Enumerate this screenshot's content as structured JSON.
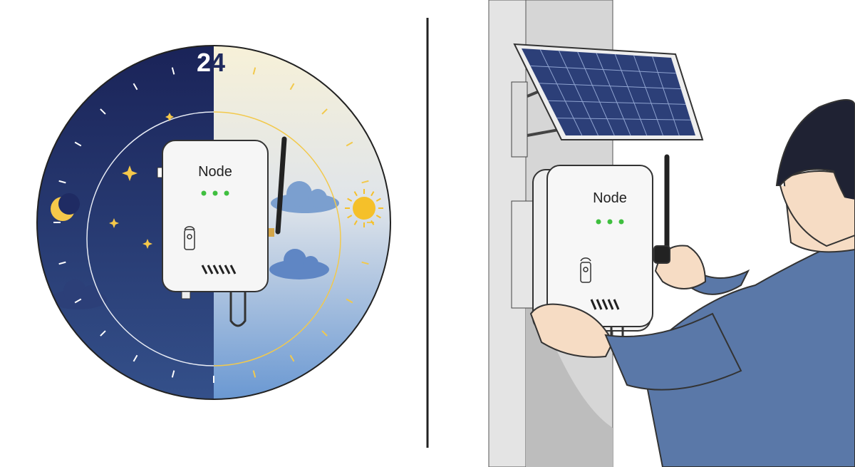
{
  "left_panel": {
    "clock_label_24": "24",
    "device_label": "Node",
    "status_leds": 3
  },
  "right_panel": {
    "device_label": "Node",
    "status_leds": 3
  },
  "colors": {
    "night": "#1f2a5e",
    "day_top": "#f6f0dc",
    "day_bottom": "#6f9ad0",
    "sun": "#f5c02a",
    "led": "#3fbf3f",
    "shirt": "#5a78a8",
    "pole": "#d9d9d9"
  }
}
